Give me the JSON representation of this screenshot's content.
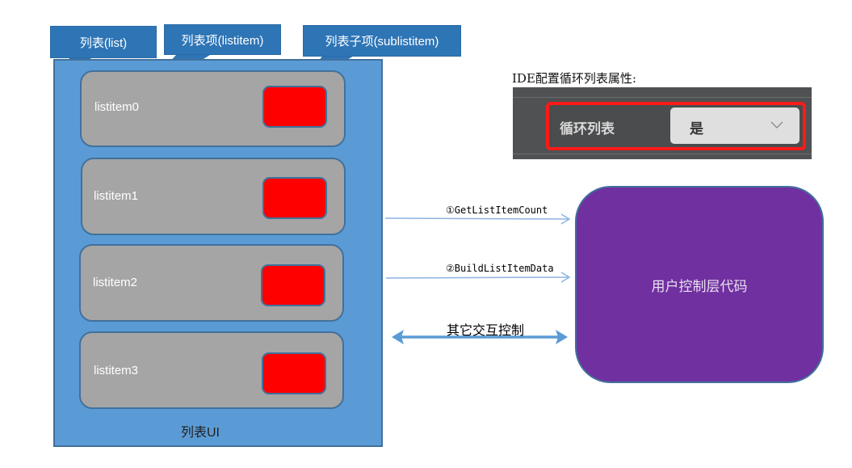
{
  "callouts": {
    "list": "列表(list)",
    "listitem": "列表项(listitem)",
    "sublistitem": "列表子项(sublistitem)"
  },
  "list": {
    "items": [
      {
        "label": "listitem0"
      },
      {
        "label": "listitem1"
      },
      {
        "label": "listitem2"
      },
      {
        "label": "listitem3"
      }
    ],
    "footer_label": "列表UI"
  },
  "ide": {
    "caption": "IDE配置循环列表属性:",
    "property_label": "循环列表",
    "property_value": "是",
    "dropdown_icon": "chevron-down"
  },
  "arrows": {
    "get_count": "①GetListItemCount",
    "build_data": "②BuildListItemData",
    "other": "其它交互控制"
  },
  "user_code": {
    "label": "用户控制层代码"
  },
  "colors": {
    "list_bg": "#5b9bd5",
    "item_bg": "#a5a5a5",
    "subitem": "#ff0000",
    "callout": "#2e75b6",
    "user_code_bg": "#7030a0",
    "highlight": "#ff1a1a"
  }
}
